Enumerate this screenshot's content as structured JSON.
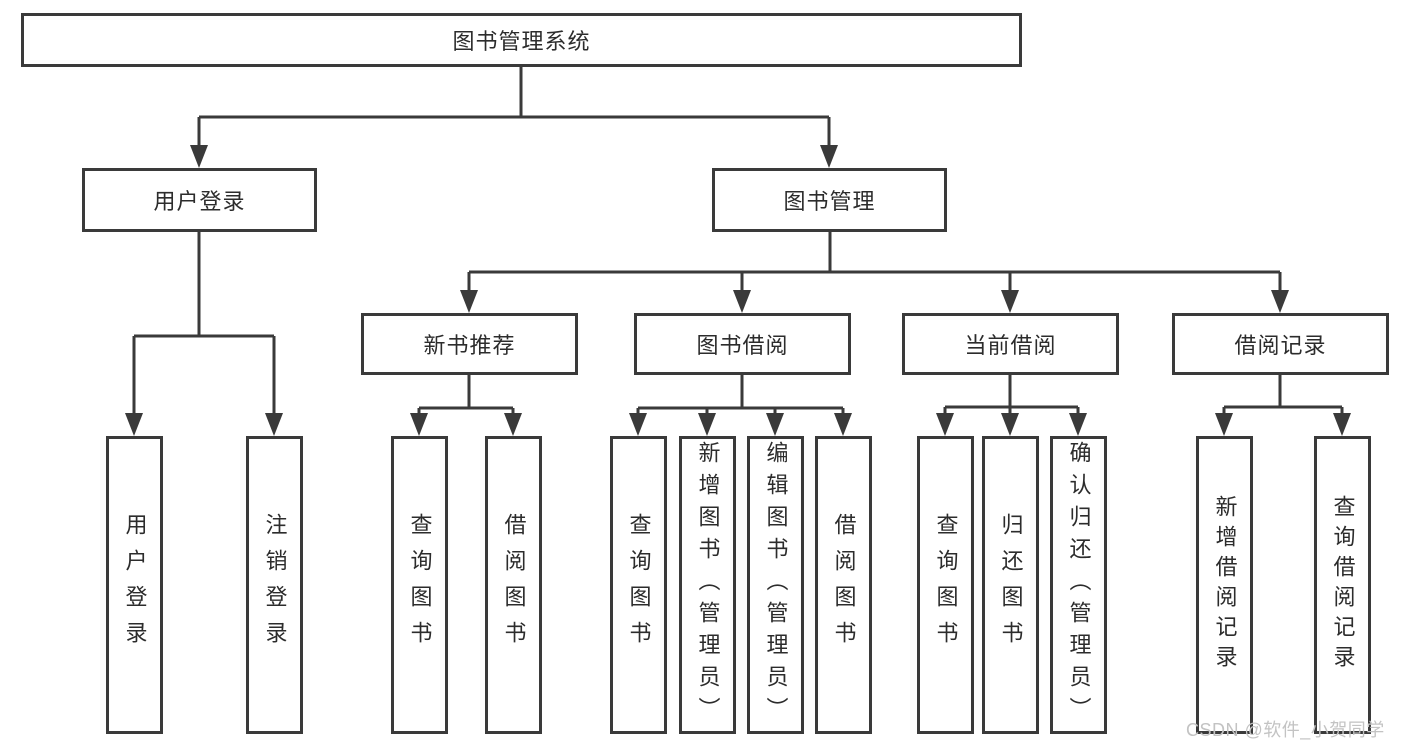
{
  "diagram": {
    "root_label": "图书管理系统",
    "level1": {
      "user_login": "用户登录",
      "book_management": "图书管理"
    },
    "level2": {
      "new_book_recommend": "新书推荐",
      "book_borrow": "图书借阅",
      "current_borrow": "当前借阅",
      "borrow_records": "借阅记录"
    },
    "leaves": {
      "user_login": [
        "用户登录",
        "注销登录"
      ],
      "new_book_recommend": [
        "查询图书",
        "借阅图书"
      ],
      "book_borrow": [
        "查询图书",
        "新增图书（管理员）",
        "编辑图书（管理员）",
        "借阅图书"
      ],
      "current_borrow": [
        "查询图书",
        "归还图书",
        "确认归还（管理员）"
      ],
      "borrow_records": [
        "新增借阅记录",
        "查询借阅记录"
      ]
    }
  },
  "watermark": {
    "text": "CSDN @软件_小贺同学"
  },
  "colors": {
    "line": "#3a3a3a",
    "text": "#2c2c2c",
    "background": "#ffffff",
    "watermark": "#c3c3c3"
  }
}
